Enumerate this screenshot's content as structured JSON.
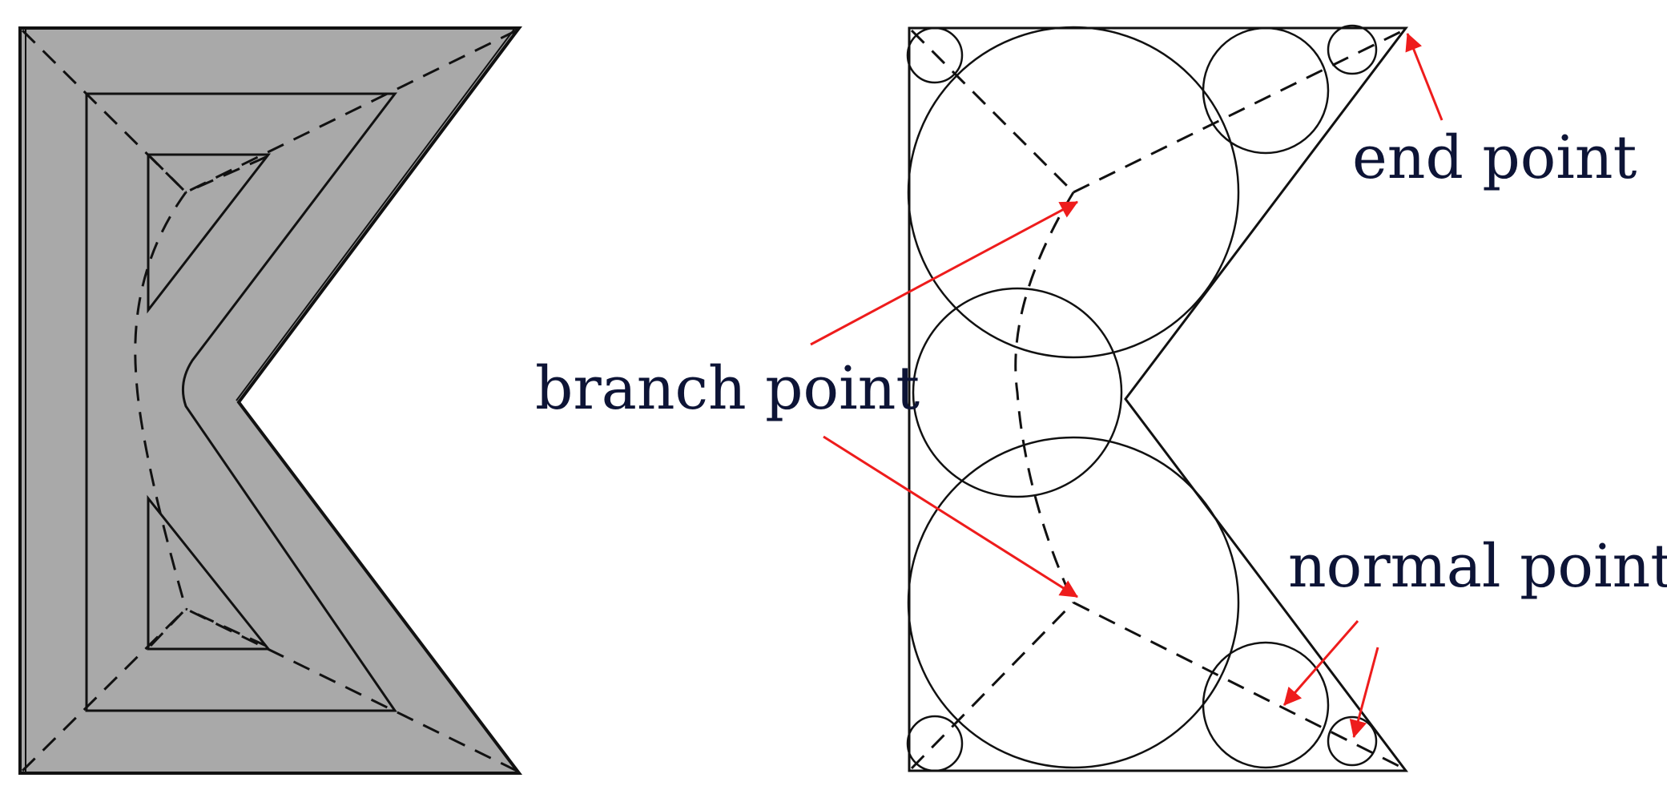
{
  "labels": {
    "end_point": "end point",
    "branch_point": "branch point",
    "normal_point": "normal point"
  },
  "colors": {
    "shape_fill": "#a9a9a9",
    "arrow": "#ee1c1c",
    "line": "#111111",
    "text": "#0d1436"
  }
}
